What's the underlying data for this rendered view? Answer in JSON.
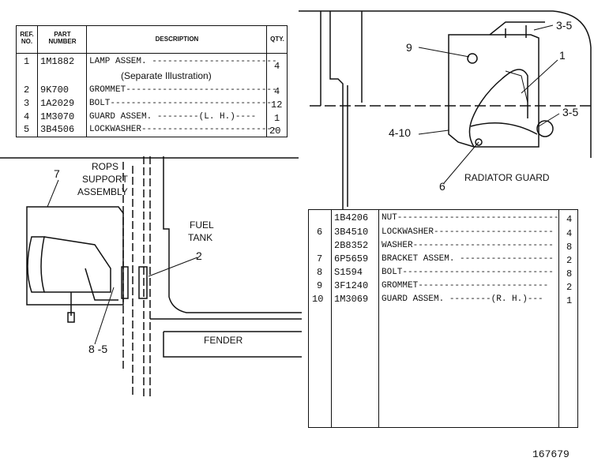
{
  "table1": {
    "headers": {
      "ref": "REF. NO.",
      "part": "PART NUMBER",
      "desc": "DESCRIPTION",
      "qty": "QTY."
    },
    "rows": [
      {
        "ref": "1",
        "part": "1M1882",
        "desc": "LAMP ASSEM. ------------------------",
        "qty": "4"
      },
      {
        "ref": "",
        "part": "",
        "desc": "(Separate Illustration)",
        "qty": ""
      },
      {
        "ref": "2",
        "part": "9K700",
        "desc": "GROMMET-----------------------------",
        "qty": "4"
      },
      {
        "ref": "3",
        "part": "1A2029",
        "desc": "BOLT-------------------------------",
        "qty": "12"
      },
      {
        "ref": "4",
        "part": "1M3070",
        "desc": "GUARD ASSEM. --------(L. H.)----",
        "qty": "1"
      },
      {
        "ref": "5",
        "part": "3B4506",
        "desc": "LOCKWASHER--------------------------",
        "qty": "20"
      }
    ]
  },
  "table2": {
    "rows": [
      {
        "ref": "",
        "part": "1B4206",
        "desc": "NUT-------------------------------",
        "qty": "4"
      },
      {
        "ref": "6",
        "part": "3B4510",
        "desc": "LOCKWASHER-----------------------",
        "qty": "4"
      },
      {
        "ref": "",
        "part": "2B8352",
        "desc": "WASHER---------------------------",
        "qty": "8"
      },
      {
        "ref": "7",
        "part": "6P5659",
        "desc": "BRACKET ASSEM. ------------------",
        "qty": "2"
      },
      {
        "ref": "8",
        "part": "S1594",
        "desc": "BOLT-----------------------------",
        "qty": "8"
      },
      {
        "ref": "9",
        "part": "3F1240",
        "desc": "GROMMET-------------------------",
        "qty": "2"
      },
      {
        "ref": "10",
        "part": "1M3069",
        "desc": "GUARD ASSEM. --------(R. H.)---",
        "qty": "1"
      }
    ]
  },
  "labels": {
    "rops": "ROPS",
    "support": "SUPPORT",
    "assembly": "ASSEMBLY",
    "fuel": "FUEL",
    "tank": "TANK",
    "fender": "FENDER",
    "radiator_guard": "RADIATOR GUARD",
    "callout_7": "7",
    "callout_2": "2",
    "callout_8_5": "8 -5",
    "callout_9": "9",
    "callout_1": "1",
    "callout_3_5_top": "3-5",
    "callout_3_5_mid": "3-5",
    "callout_4_10": "4-10",
    "callout_6": "6",
    "drawing_no": "167679"
  }
}
